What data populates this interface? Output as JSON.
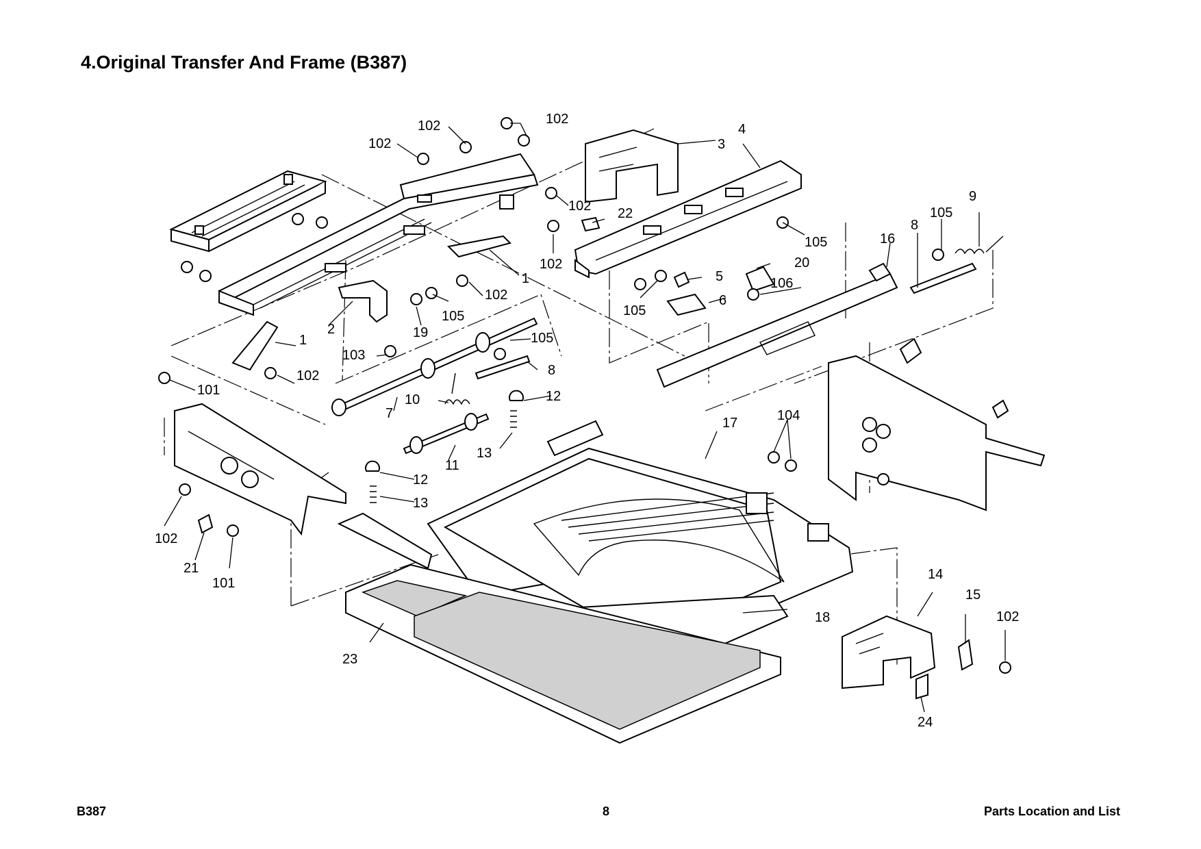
{
  "page": {
    "title": "4.Original Transfer And Frame (B387)",
    "footer_left": "B387",
    "footer_page": "8",
    "footer_right": "Parts Location and List"
  },
  "callouts": {
    "c102a": "102",
    "c102b": "102",
    "c102c": "102",
    "c102d": "102",
    "c102e": "102",
    "c102f": "102",
    "c102g": "102",
    "c102h": "102",
    "c102i": "102",
    "c101a": "101",
    "c101b": "101",
    "c103": "103",
    "c104": "104",
    "c105a": "105",
    "c105b": "105",
    "c105c": "105",
    "c105d": "105",
    "c105e": "105",
    "c106": "106",
    "c1a": "1",
    "c1b": "1",
    "c2": "2",
    "c3": "3",
    "c4": "4",
    "c5": "5",
    "c6": "6",
    "c7": "7",
    "c8a": "8",
    "c8b": "8",
    "c9": "9",
    "c10": "10",
    "c11": "11",
    "c12a": "12",
    "c12b": "12",
    "c13a": "13",
    "c13b": "13",
    "c14": "14",
    "c15": "15",
    "c16": "16",
    "c17": "17",
    "c18": "18",
    "c19": "19",
    "c20": "20",
    "c21": "21",
    "c22": "22",
    "c23": "23",
    "c24": "24"
  }
}
